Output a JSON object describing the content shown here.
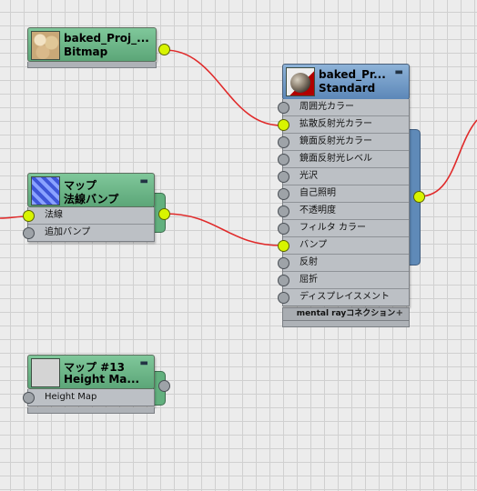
{
  "nodes": {
    "bitmap": {
      "title": "baked_Proj_...",
      "subtitle": "Bitmap",
      "minimize": ""
    },
    "material": {
      "title": "baked_Pr...",
      "subtitle": "Standard",
      "minimize": "▬",
      "slots": [
        "周囲光カラー",
        "拡散反射光カラー",
        "鏡面反射光カラー",
        "鏡面反射光レベル",
        "光沢",
        "自己照明",
        "不透明度",
        "フィルタ カラー",
        "バンプ",
        "反射",
        "屈折",
        "ディスプレイスメント"
      ],
      "footer": "mental rayコネクション",
      "footer_plus": "+"
    },
    "normal_bump": {
      "title": "マップ",
      "subtitle": "法線バンプ",
      "minimize": "▬",
      "slots": [
        "法線",
        "追加バンプ"
      ]
    },
    "height_map": {
      "title": "マップ #13",
      "subtitle": "Height Ma...",
      "minimize": "▬",
      "slots": [
        "Height Map"
      ]
    }
  },
  "colors": {
    "green_header": "#6cb887",
    "blue_header": "#6f98c6",
    "port_active": "#d8f400",
    "wire": "#e02a2a"
  }
}
